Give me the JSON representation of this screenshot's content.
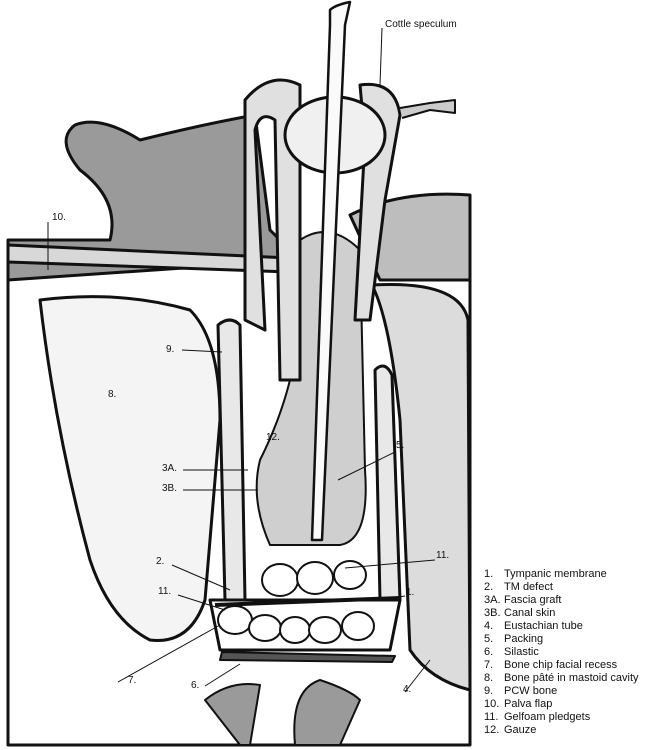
{
  "figure": {
    "callouts": {
      "speculum": "Cottle speculum",
      "c10": "10.",
      "c9": "9.",
      "c8": "8.",
      "c12": "12.",
      "c5": "5.",
      "c3a": "3A.",
      "c3b": "3B.",
      "c2": "2.",
      "c11a": "11.",
      "c11b": "11.",
      "c1": "1.",
      "c7": "7.",
      "c6": "6.",
      "c4": "4."
    }
  },
  "legend": [
    {
      "num": "1.",
      "text": "Tympanic membrane"
    },
    {
      "num": "2.",
      "text": "TM defect"
    },
    {
      "num": "3A.",
      "text": "Fascia graft"
    },
    {
      "num": "3B.",
      "text": "Canal skin"
    },
    {
      "num": "4.",
      "text": "Eustachian tube"
    },
    {
      "num": "5.",
      "text": "Packing"
    },
    {
      "num": "6.",
      "text": "Silastic"
    },
    {
      "num": "7.",
      "text": "Bone chip facial recess"
    },
    {
      "num": "8.",
      "text": "Bone pâté in mastoid cavity"
    },
    {
      "num": "9.",
      "text": "PCW bone"
    },
    {
      "num": "10.",
      "text": "Palva flap"
    },
    {
      "num": "11.",
      "text": "Gelfoam pledgets"
    },
    {
      "num": "12.",
      "text": "Gauze"
    }
  ]
}
